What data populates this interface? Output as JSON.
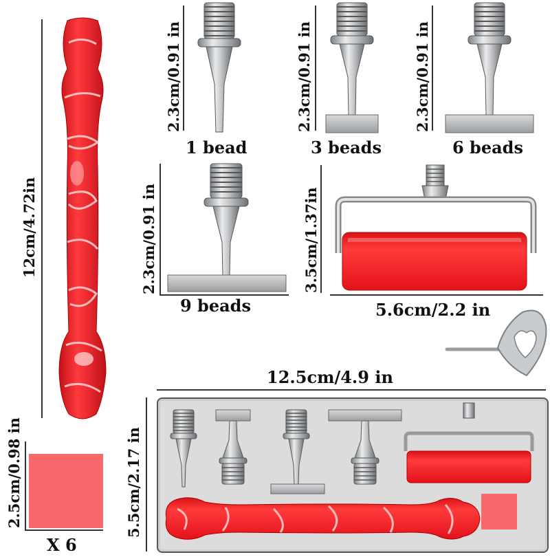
{
  "handle": {
    "length_label": "12cm/4.72in"
  },
  "tips": [
    {
      "size_label": "2.3cm/0.91 in",
      "name": "1 bead"
    },
    {
      "size_label": "2.3cm/0.91 in",
      "name": "3 beads"
    },
    {
      "size_label": "2.3cm/0.91 in",
      "name": "6 beads"
    },
    {
      "size_label": "2.3cm/0.91 in",
      "name": "9 beads"
    }
  ],
  "roller": {
    "height_label": "3.5cm/1.37in",
    "width_label": "5.6cm/2.2 in"
  },
  "tray": {
    "width_label": "12.5cm/4.9 in",
    "height_label": "5.5cm/2.17 in"
  },
  "pad": {
    "size_label": "2.5cm/0.98 in",
    "quantity_label": "X 6"
  },
  "colors": {
    "accent_red": "#f42a2f",
    "pad_pink": "#f8696b",
    "metal": "#b9bcbf",
    "tray_gray": "#dcdcdc"
  },
  "icons": [
    "pen-handle-icon",
    "drill-tip-icon",
    "roller-icon",
    "heart-key-icon",
    "storage-tray-icon",
    "glue-pad-icon"
  ]
}
